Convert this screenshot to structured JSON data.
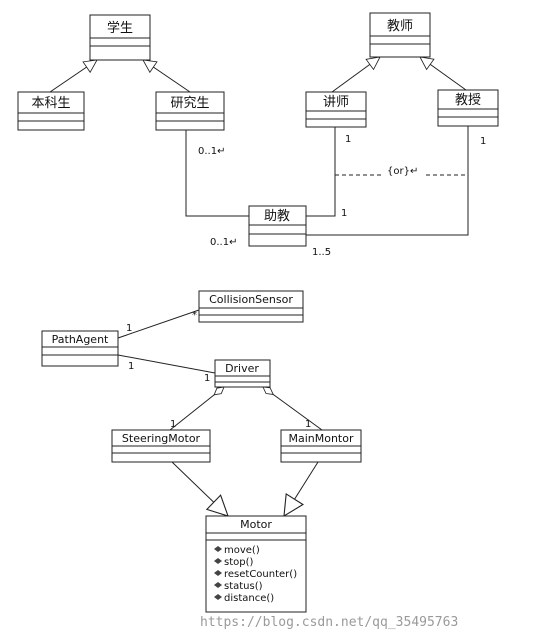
{
  "diagram1": {
    "classes": {
      "student": "学生",
      "undergrad": "本科生",
      "graduate": "研究生",
      "teacher": "教师",
      "lecturer": "讲师",
      "professor": "教授",
      "ta": "助教"
    },
    "multiplicities": {
      "graduate_end": "0..1↵",
      "lecturer_end": "1",
      "professor_end": "1",
      "ta_lecturer_end": "1",
      "ta_bottom_left": "0..1↵",
      "ta_bottom_right": "1..5"
    },
    "constraint": "{or}↵"
  },
  "diagram2": {
    "classes": {
      "collision": "CollisionSensor",
      "path": "PathAgent",
      "driver": "Driver",
      "steering": "SteeringMotor",
      "main": "MainMontor",
      "motor": "Motor"
    },
    "multiplicities": {
      "path_collision_path": "1",
      "path_collision_sensor": "*",
      "path_driver_path": "1",
      "path_driver_driver": "1",
      "driver_steering": "1",
      "driver_main": "1"
    },
    "motor_operations": [
      "move()",
      "stop()",
      "resetCounter()",
      "status()",
      "distance()"
    ]
  },
  "watermark": "https://blog.csdn.net/qq_35495763"
}
